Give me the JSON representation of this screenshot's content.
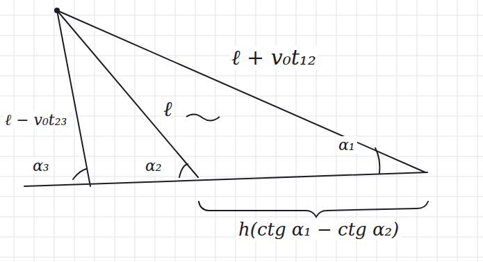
{
  "diagram": {
    "labels": [
      "ℓ + v₀t₁₂",
      "ℓ − v₀t₂₃",
      "ℓ",
      "α₃",
      "α₂",
      "α₁",
      "h(ctg α₁ − ctg α₂)"
    ]
  }
}
